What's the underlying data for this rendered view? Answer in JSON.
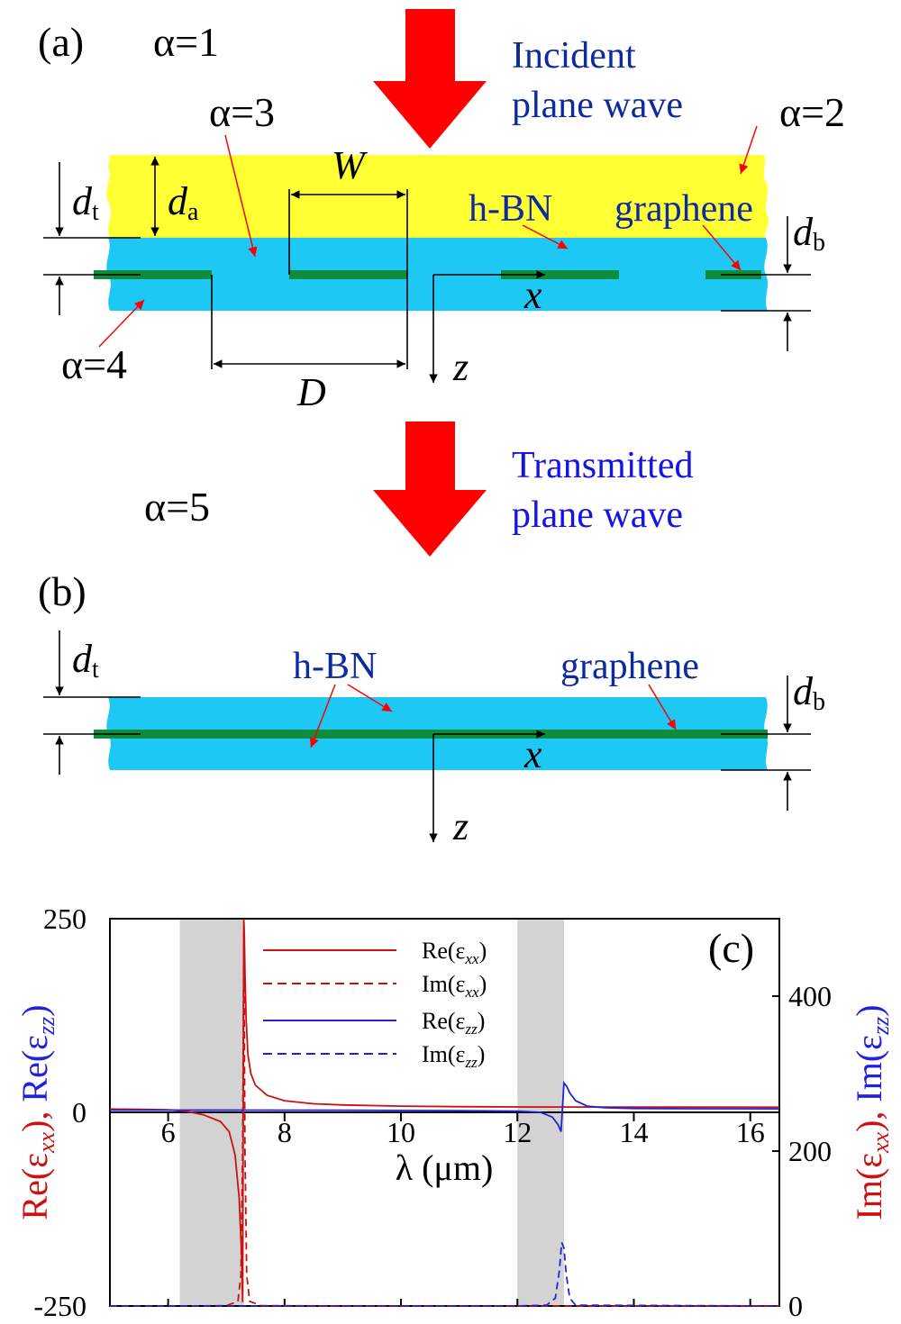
{
  "panel_a": {
    "tag": "(a)",
    "alpha1": "α=1",
    "alpha2": "α=2",
    "alpha3": "α=3",
    "alpha4": "α=4",
    "alpha5": "α=5",
    "incident_line1": "Incident",
    "incident_line2": "plane wave",
    "transmitted_line1": "Transmitted",
    "transmitted_line2": "plane wave",
    "W": "W",
    "D": "D",
    "hbn": "h-BN",
    "graphene": "graphene",
    "dt_main": "d",
    "dt_sub": "t",
    "da_main": "d",
    "da_sub": "a",
    "db_main": "d",
    "db_sub": "b",
    "x": "x",
    "z": "z"
  },
  "panel_b": {
    "tag": "(b)",
    "hbn": "h-BN",
    "graphene": "graphene",
    "dt_main": "d",
    "dt_sub": "t",
    "db_main": "d",
    "db_sub": "b",
    "x": "x",
    "z": "z"
  },
  "colors": {
    "top_layer": "#ffff33",
    "hbn": "#1ec8f5",
    "graphene": "#0c8c3c",
    "arrow": "#ff0000",
    "re_xx": "#cc1111",
    "zz": "#2222dd",
    "band": "#d3d3d3"
  },
  "chart_data": {
    "type": "line",
    "tag": "(c)",
    "xlabel": "λ (μm)",
    "ylabel_left": "Re(εxx), Re(εzz)",
    "ylabel_right": "Im(εxx), Im(εzz)",
    "xlim": [
      5.0,
      16.5
    ],
    "ylim_left": [
      -250,
      250
    ],
    "ylim_right": [
      0,
      500
    ],
    "x_ticks": [
      "6",
      "8",
      "10",
      "12",
      "14",
      "16"
    ],
    "y_left_ticks": [
      "250",
      "0",
      "-250"
    ],
    "y_right_ticks": [
      "400",
      "200",
      "0"
    ],
    "shaded_bands": [
      [
        6.2,
        7.3
      ],
      [
        12.0,
        12.8
      ]
    ],
    "legend": [
      {
        "main": "Re(ε",
        "sub": "xx",
        "end": ")"
      },
      {
        "main": "Im(ε",
        "sub": "xx",
        "end": ")"
      },
      {
        "main": "Re(ε",
        "sub": "zz",
        "end": ")"
      },
      {
        "main": "Im(ε",
        "sub": "zz",
        "end": ")"
      }
    ],
    "series": [
      {
        "x": [
          5.0,
          5.5,
          6.0,
          6.3,
          6.6,
          6.9,
          7.05,
          7.15,
          7.22,
          7.26,
          7.28,
          7.3,
          7.31,
          7.32,
          7.34,
          7.37,
          7.42,
          7.5,
          7.7,
          8.0,
          8.5,
          9.0,
          10.0,
          11.0,
          12.0,
          13.0,
          14.0,
          15.0,
          16.5
        ],
        "y": [
          4.2,
          3.8,
          3.2,
          1.5,
          -3,
          -12,
          -25,
          -55,
          -110,
          -180,
          -245,
          250,
          230,
          180,
          120,
          75,
          50,
          35,
          22,
          15,
          11,
          9.5,
          8,
          7.3,
          7,
          6.9,
          6.8,
          6.7,
          6.6
        ]
      },
      {
        "x": [
          5.0,
          6.5,
          7.0,
          7.2,
          7.25,
          7.28,
          7.3,
          7.32,
          7.35,
          7.4,
          7.6,
          9.0,
          16.5
        ],
        "y": [
          0,
          0,
          0.5,
          6,
          40,
          200,
          490,
          200,
          40,
          6,
          0.5,
          0,
          0
        ]
      },
      {
        "x": [
          5.0,
          7.0,
          9.0,
          11.0,
          12.0,
          12.4,
          12.6,
          12.7,
          12.75,
          12.8,
          12.85,
          12.9,
          13.0,
          13.2,
          13.5,
          14.0,
          15.0,
          16.5
        ],
        "y": [
          2.9,
          2.9,
          2.7,
          2.2,
          1.5,
          0,
          -6,
          -16,
          -25,
          38,
          33,
          25,
          15,
          8,
          6,
          5,
          4.6,
          4.5
        ]
      },
      {
        "x": [
          5.0,
          12.0,
          12.5,
          12.65,
          12.72,
          12.76,
          12.8,
          12.84,
          12.9,
          13.0,
          16.5
        ],
        "y": [
          0,
          0,
          1,
          10,
          45,
          82,
          75,
          40,
          10,
          1,
          0
        ]
      }
    ]
  }
}
